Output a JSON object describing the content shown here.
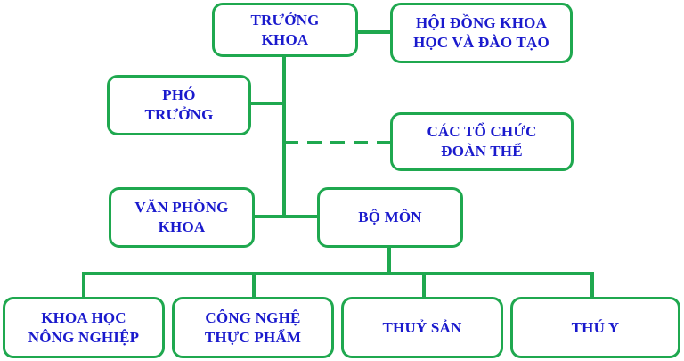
{
  "colors": {
    "box_border": "#1FA84F",
    "connector": "#1FA84F",
    "label_text": "#1A1ACD",
    "background": "#FFFFFF"
  },
  "nodes": {
    "truong_khoa": "TRƯỞNG\nKHOA",
    "hoi_dong": "HỘI ĐỒNG KHOA\nHỌC VÀ ĐÀO TẠO",
    "pho_truong": "PHÓ\nTRƯỞNG",
    "cac_to_chuc": "CÁC TỔ CHỨC\nĐOÀN THỂ",
    "van_phong": "VĂN PHÒNG\nKHOA",
    "bo_mon": "BỘ MÔN",
    "khoa_hoc_nong_nghiep": "KHOA HỌC\nNÔNG NGHIỆP",
    "cong_nghe_thuc_pham": "CÔNG NGHỆ\nTHỰC PHẨM",
    "thuy_san": "THUỶ SẢN",
    "thu_y": "THÚ Y"
  },
  "connections": [
    {
      "from": "truong_khoa",
      "to": "hoi_dong",
      "style": "solid"
    },
    {
      "from": "truong_khoa",
      "to": "pho_truong",
      "style": "solid"
    },
    {
      "from": "truong_khoa",
      "to": "cac_to_chuc",
      "style": "dashed"
    },
    {
      "from": "truong_khoa",
      "to": "van_phong",
      "style": "solid"
    },
    {
      "from": "truong_khoa",
      "to": "bo_mon",
      "style": "solid"
    },
    {
      "from": "bo_mon",
      "to": "khoa_hoc_nong_nghiep",
      "style": "solid"
    },
    {
      "from": "bo_mon",
      "to": "cong_nghe_thuc_pham",
      "style": "solid"
    },
    {
      "from": "bo_mon",
      "to": "thuy_san",
      "style": "solid"
    },
    {
      "from": "bo_mon",
      "to": "thu_y",
      "style": "solid"
    }
  ]
}
